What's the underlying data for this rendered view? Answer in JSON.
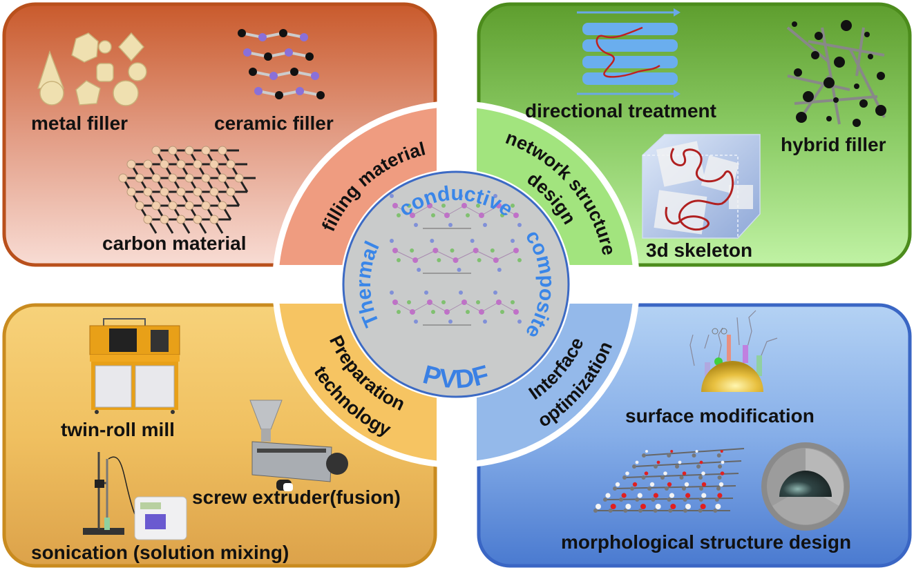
{
  "center": {
    "top": "conductive",
    "left": "Thermal",
    "right": "composite",
    "bottom": "PVDF"
  },
  "quadrants": {
    "filling": {
      "label": "filling material",
      "items": [
        "metal filler",
        "ceramic filler",
        "carbon material"
      ]
    },
    "network": {
      "label_lines": [
        "network structure",
        "design"
      ],
      "items": [
        "directional treatment",
        "hybrid filler",
        "3d skeleton"
      ]
    },
    "preparation": {
      "label_lines": [
        "Preparation",
        "technology"
      ],
      "items": [
        "twin-roll mill",
        "screw extruder(fusion)",
        "sonication (solution mixing)"
      ]
    },
    "interface": {
      "label_lines": [
        "Interface",
        "optimization"
      ],
      "items": [
        "surface modification",
        "morphological structure design"
      ]
    }
  },
  "colors": {
    "filling": "#ef9c80",
    "network": "#a2e47e",
    "preparation": "#f6c462",
    "interface": "#94b9ea",
    "center_text": "#3a86e8",
    "center_fill": "#c9cbcb"
  }
}
